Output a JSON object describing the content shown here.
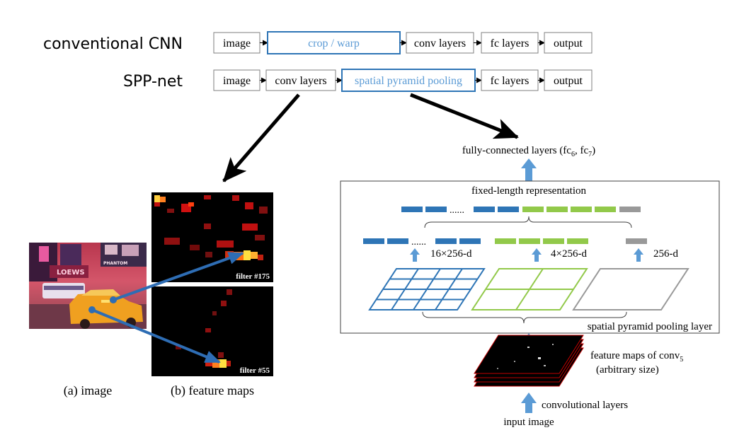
{
  "pipelines": {
    "conventional": {
      "label": "conventional CNN",
      "steps": [
        "image",
        "crop / warp",
        "conv layers",
        "fc layers",
        "output"
      ],
      "highlight_index": 1
    },
    "spp": {
      "label": "SPP-net",
      "steps": [
        "image",
        "conv layers",
        "spatial pyramid pooling",
        "fc layers",
        "output"
      ],
      "highlight_index": 2
    }
  },
  "panels": {
    "image_caption": "(a) image",
    "feature_caption": "(b) feature maps",
    "filter_top": "filter #175",
    "filter_bottom": "filter #55",
    "photo_signs": [
      "LOEWS",
      "PHANTOM"
    ]
  },
  "spp_detail": {
    "fc_label": "fully-connected layers (fc",
    "fc_sub1": "6",
    "fc_sep": ", fc",
    "fc_sub2": "7",
    "fc_close": ")",
    "fixed_label": "fixed-length representation",
    "level_labels": [
      "16×256-d",
      "4×256-d",
      "256-d"
    ],
    "ellipsis": "......",
    "pool_layer_label": "spatial pyramid pooling layer",
    "feature_maps_label": "feature maps of conv",
    "feature_maps_sub": "5",
    "feature_maps_note": "(arbitrary size)",
    "conv_label": "convolutional layers",
    "input_label": "input image"
  },
  "colors": {
    "blue": "#2e75b6",
    "green": "#92c94a",
    "gray": "#999999",
    "highlight_text": "#5b9bd5",
    "arrow_blue": "#5b9bd5"
  }
}
